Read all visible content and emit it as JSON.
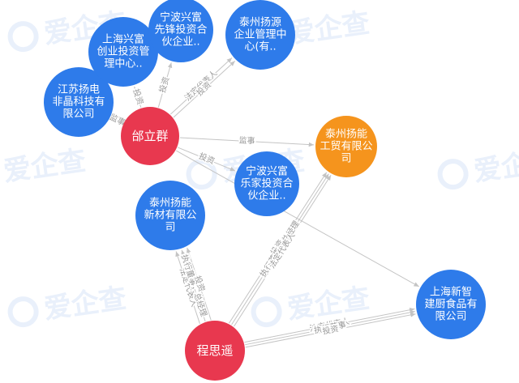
{
  "watermark": {
    "text": "爱企查",
    "color": "#e9f0fb"
  },
  "colors": {
    "company": "#2e7bea",
    "person": "#e8384f",
    "target": "#f5941d",
    "edge": "#c4c4c4",
    "edge_label": "#999999",
    "node_text": "#ffffff"
  },
  "nodes": [
    {
      "id": "jiangsu",
      "type": "company",
      "lines": [
        "江苏扬电",
        "非晶科技有",
        "限公司"
      ]
    },
    {
      "id": "shanghai_xingfu",
      "type": "company",
      "lines": [
        "上海兴富",
        "创业投资管",
        "理中心.."
      ]
    },
    {
      "id": "ningbo_xianfeng",
      "type": "company",
      "lines": [
        "宁波兴富",
        "先锋投资合",
        "伙企业.."
      ]
    },
    {
      "id": "taizhou_yangyuan",
      "type": "company",
      "lines": [
        "泰州扬源",
        "企业管理中",
        "心(有.."
      ]
    },
    {
      "id": "qi_liqun",
      "type": "person",
      "lines": [
        "邰立群"
      ]
    },
    {
      "id": "taizhou_yangneng_gongmao",
      "type": "target",
      "lines": [
        "泰州扬能",
        "工贸有限公",
        "司"
      ]
    },
    {
      "id": "ningbo_lejia",
      "type": "company",
      "lines": [
        "宁波兴富",
        "乐家投资合",
        "伙企业.."
      ]
    },
    {
      "id": "taizhou_yangneng_xincai",
      "type": "company",
      "lines": [
        "泰州扬能",
        "新材有限公",
        "司"
      ]
    },
    {
      "id": "shanghai_xinzhi",
      "type": "company",
      "lines": [
        "上海新智",
        "建厨食品有",
        "限公司"
      ]
    },
    {
      "id": "cheng_siyao",
      "type": "person",
      "lines": [
        "程思遥"
      ]
    }
  ],
  "edges": [
    {
      "from": "qi_liqun",
      "to": "jiangsu",
      "label": "监事"
    },
    {
      "from": "qi_liqun",
      "to": "shanghai_xingfu",
      "label": "投资"
    },
    {
      "from": "qi_liqun",
      "to": "ningbo_xianfeng",
      "label": "投资"
    },
    {
      "from": "qi_liqun",
      "to": "taizhou_yangyuan",
      "label": "法定代表人"
    },
    {
      "from": "qi_liqun",
      "to": "taizhou_yangyuan",
      "label": "投资"
    },
    {
      "from": "qi_liqun",
      "to": "taizhou_yangneng_gongmao",
      "label": "监事"
    },
    {
      "from": "qi_liqun",
      "to": "ningbo_lejia",
      "label": "投资"
    },
    {
      "from": "qi_liqun",
      "to": "shanghai_xinzhi",
      "label": ""
    },
    {
      "from": "cheng_siyao",
      "to": "taizhou_yangneng_xincai",
      "label": "法定代表人"
    },
    {
      "from": "cheng_siyao",
      "to": "taizhou_yangneng_xincai",
      "label": "执行董事，总经理"
    },
    {
      "from": "cheng_siyao",
      "to": "taizhou_yangneng_xincai",
      "label": "投资"
    },
    {
      "from": "cheng_siyao",
      "to": "taizhou_yangneng_gongmao",
      "label": "投资"
    },
    {
      "from": "cheng_siyao",
      "to": "taizhou_yangneng_gongmao",
      "label": "执行董事，总经理"
    },
    {
      "from": "cheng_siyao",
      "to": "taizhou_yangneng_gongmao",
      "label": "法定代表人"
    },
    {
      "from": "cheng_siyao",
      "to": "shanghai_xinzhi",
      "label": "法定代表人"
    },
    {
      "from": "cheng_siyao",
      "to": "shanghai_xinzhi",
      "label": "执行董事"
    },
    {
      "from": "cheng_siyao",
      "to": "shanghai_xinzhi",
      "label": "投资"
    }
  ]
}
